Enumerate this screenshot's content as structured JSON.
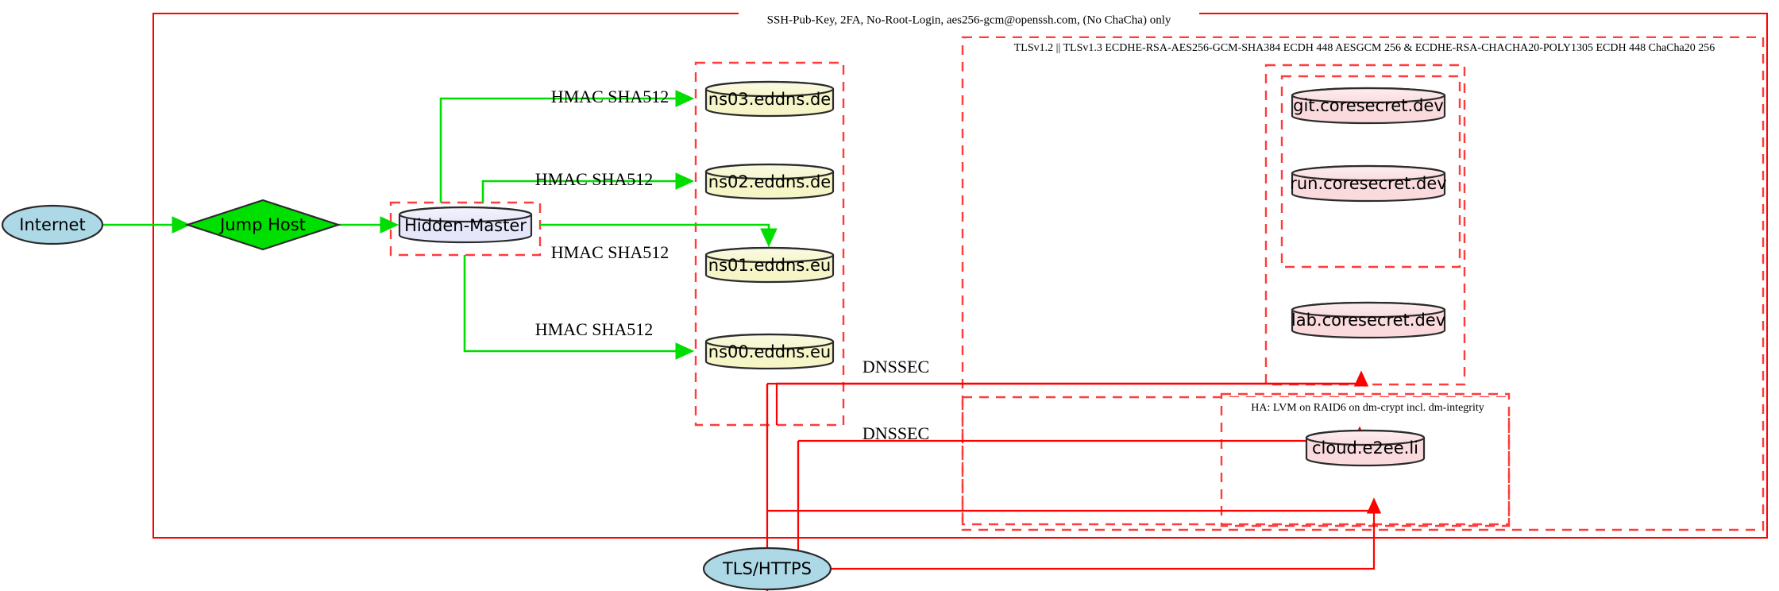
{
  "diagram": {
    "title": "Network security topology diagram",
    "colors": {
      "cluster_border": "#ff0000",
      "cluster_border_dashed": "#ff3b3b",
      "edge_green": "#00dd00",
      "edge_red": "#ff0000",
      "internet_fill": "#add8e6",
      "jumphost_fill": "#00e000",
      "hidden_master_fill": "#e6e6fa",
      "ns_fill": "#f5f5c8",
      "service_fill": "#fadadd",
      "shape_stroke": "#2b2b2b"
    },
    "clusters": [
      {
        "id": "ssh-cluster",
        "label": "SSH-Pub-Key, 2FA, No-Root-Login, aes256-gcm@openssh.com, (No ChaCha) only",
        "style": "solid"
      },
      {
        "id": "tls-cluster",
        "label": "TLSv1.2 || TLSv1.3 ECDHE-RSA-AES256-GCM-SHA384 ECDH 448 AESGCM 256 & ECDHE-RSA-CHACHA20-POLY1305 ECDH 448 ChaCha20 256",
        "style": "dashed"
      },
      {
        "id": "ha-cluster",
        "label": "HA: LVM on RAID6 on dm-crypt incl. dm-integrity",
        "style": "dashed"
      },
      {
        "id": "hidden-master-cluster",
        "label": "",
        "style": "dashed"
      },
      {
        "id": "ns-cluster",
        "label": "",
        "style": "dashed"
      },
      {
        "id": "coresecret-cluster-outer",
        "label": "",
        "style": "dashed"
      },
      {
        "id": "coresecret-cluster-inner",
        "label": "",
        "style": "dashed"
      },
      {
        "id": "cloud-cluster",
        "label": "",
        "style": "dashed"
      }
    ],
    "nodes": [
      {
        "id": "internet",
        "label": "Internet",
        "shape": "ellipse",
        "fill": "#add8e6"
      },
      {
        "id": "jump-host",
        "label": "Jump Host",
        "shape": "diamond",
        "fill": "#00e000"
      },
      {
        "id": "hidden-master",
        "label": "Hidden-Master",
        "shape": "cylinder",
        "fill": "#e6e6fa"
      },
      {
        "id": "ns03",
        "label": "ns03.eddns.de",
        "shape": "cylinder",
        "fill": "#f5f5c8"
      },
      {
        "id": "ns02",
        "label": "ns02.eddns.de",
        "shape": "cylinder",
        "fill": "#f5f5c8"
      },
      {
        "id": "ns01",
        "label": "ns01.eddns.eu",
        "shape": "cylinder",
        "fill": "#f5f5c8"
      },
      {
        "id": "ns00",
        "label": "ns00.eddns.eu",
        "shape": "cylinder",
        "fill": "#f5f5c8"
      },
      {
        "id": "git",
        "label": "git.coresecret.dev",
        "shape": "cylinder",
        "fill": "#fadadd"
      },
      {
        "id": "run",
        "label": "run.coresecret.dev",
        "shape": "cylinder",
        "fill": "#fadadd"
      },
      {
        "id": "lab",
        "label": "lab.coresecret.dev",
        "shape": "cylinder",
        "fill": "#fadadd"
      },
      {
        "id": "cloud",
        "label": "cloud.e2ee.li",
        "shape": "cylinder",
        "fill": "#fadadd"
      },
      {
        "id": "tls-https",
        "label": "TLS/HTTPS",
        "shape": "ellipse",
        "fill": "#add8e6"
      }
    ],
    "edges": [
      {
        "id": "e-internet-jumphost",
        "from": "internet",
        "to": "jump-host",
        "label": "",
        "color": "green"
      },
      {
        "id": "e-jumphost-master",
        "from": "jump-host",
        "to": "hidden-master",
        "label": "",
        "color": "green"
      },
      {
        "id": "e-master-ns03",
        "from": "hidden-master",
        "to": "ns03",
        "label": "HMAC SHA512",
        "color": "green"
      },
      {
        "id": "e-master-ns02",
        "from": "hidden-master",
        "to": "ns02",
        "label": "HMAC SHA512",
        "color": "green"
      },
      {
        "id": "e-master-ns01",
        "from": "hidden-master",
        "to": "ns01",
        "label": "HMAC SHA512",
        "color": "green"
      },
      {
        "id": "e-master-ns00",
        "from": "hidden-master",
        "to": "ns00",
        "label": "HMAC SHA512",
        "color": "green"
      },
      {
        "id": "e-dnssec-upper",
        "from": "ns-cluster",
        "to": "coresecret",
        "label": "DNSSEC",
        "color": "red"
      },
      {
        "id": "e-dnssec-lower",
        "from": "ns-cluster",
        "to": "cloud",
        "label": "DNSSEC",
        "color": "red"
      },
      {
        "id": "e-tls-upper",
        "from": "tls-https",
        "to": "coresecret",
        "label": "",
        "color": "red"
      },
      {
        "id": "e-tls-lower",
        "from": "tls-https",
        "to": "cloud",
        "label": "",
        "color": "red"
      }
    ],
    "edge_labels": {
      "hmac": "HMAC SHA512",
      "dnssec": "DNSSEC"
    }
  }
}
